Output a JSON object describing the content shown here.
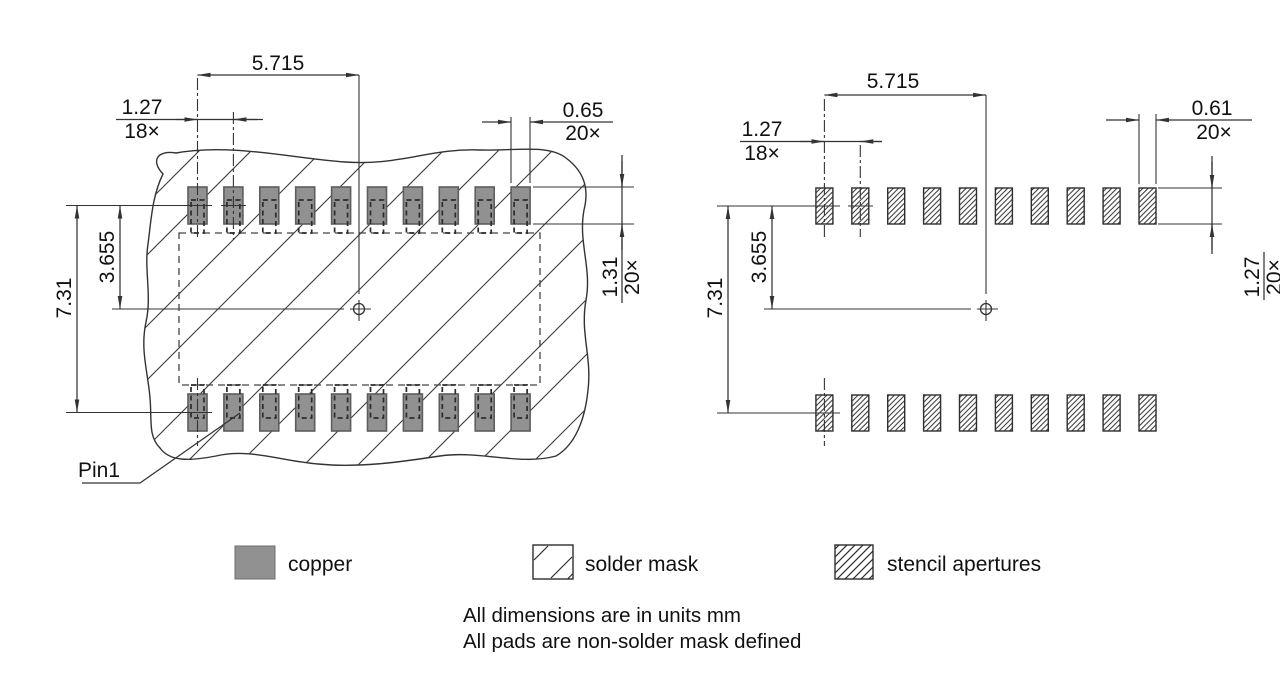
{
  "diagram": {
    "land_pattern": {
      "dim_span": "5.715",
      "dim_pitch": {
        "value": "1.27",
        "count": "18×"
      },
      "dim_pad_width": {
        "value": "0.65",
        "count": "20×"
      },
      "dim_pad_height": {
        "value": "1.31",
        "count": "20×"
      },
      "dim_row_offset": "3.655",
      "dim_row_span": "7.31",
      "pin1_label": "Pin1"
    },
    "stencil": {
      "dim_span": "5.715",
      "dim_pitch": {
        "value": "1.27",
        "count": "18×"
      },
      "dim_aperture_width": {
        "value": "0.61",
        "count": "20×"
      },
      "dim_aperture_height": {
        "value": "1.27",
        "count": "20×"
      },
      "dim_row_offset": "3.655",
      "dim_row_span": "7.31"
    },
    "legend": {
      "copper": "copper",
      "solder_mask": "solder mask",
      "stencil_apertures": "stencil apertures"
    },
    "notes": {
      "line1": "All dimensions are in units mm",
      "line2": "All pads are non-solder mask defined"
    },
    "colors": {
      "copper_fill": "#919191",
      "line": "#333333"
    }
  }
}
